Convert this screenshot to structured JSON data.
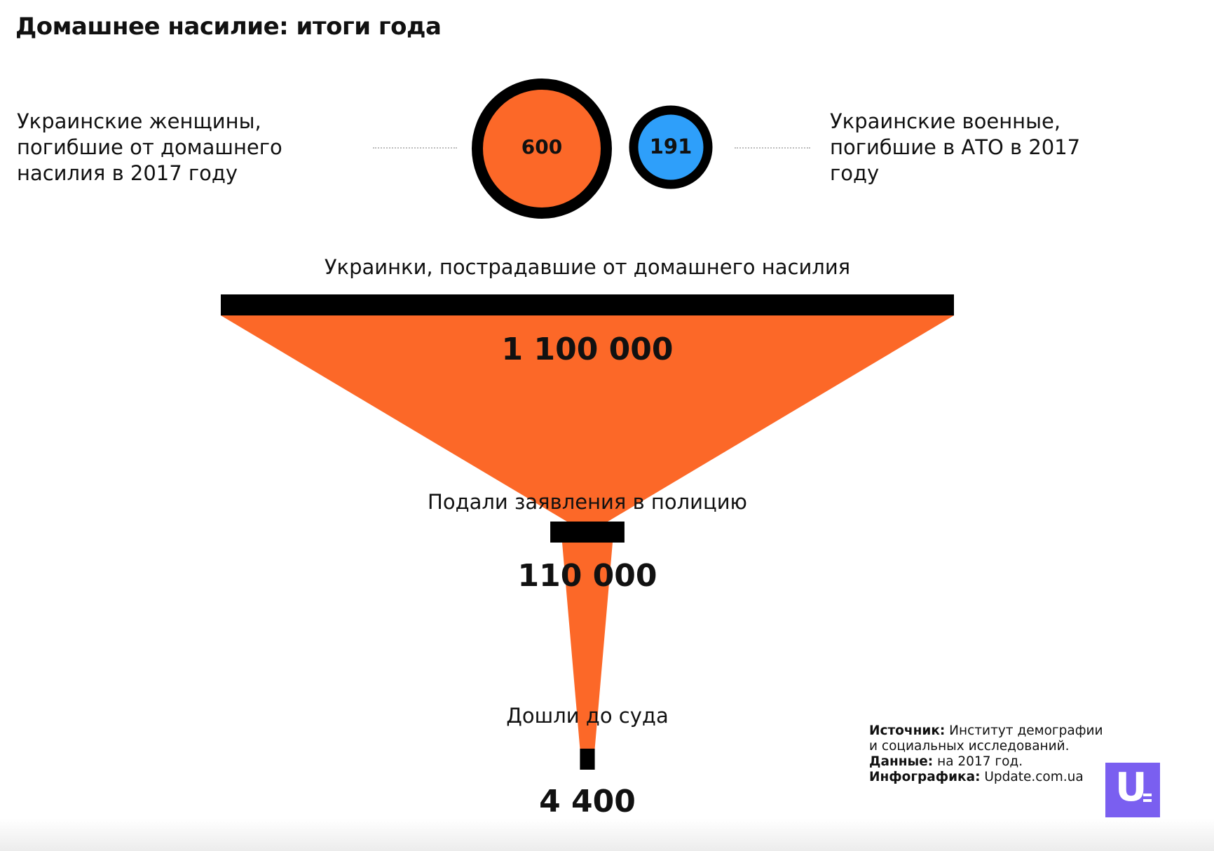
{
  "page": {
    "title": "Домашнее насилие: итоги года"
  },
  "comparison": {
    "left_label": "Украинские женщины, погибшие от домашнего насилия в 2017 году",
    "right_label": "Украинские военные, погибшие в АТО в 2017 году",
    "left_value": "600",
    "right_value": "191",
    "left_color": "#fc6828",
    "right_color": "#2e9ffa",
    "ring_color": "#000000"
  },
  "chart_data": {
    "type": "funnel",
    "stages": [
      {
        "label": "Украинки, пострадавшие от домашнего насилия",
        "value": 1100000,
        "display": "1 100 000"
      },
      {
        "label": "Подали заявления в полицию",
        "value": 110000,
        "display": "110 000"
      },
      {
        "label": "Дошли до суда",
        "value": 4400,
        "display": "4 400"
      }
    ],
    "fill_color": "#fc6828",
    "bar_color": "#000000"
  },
  "footer": {
    "source_key": "Источник:",
    "source_value": "Институт демографии и социальных исследований.",
    "data_key": "Данные:",
    "data_value": "на 2017 год.",
    "infographic_key": "Инфографика:",
    "infographic_value": "Update.com.ua"
  },
  "logo": {
    "letter": "U",
    "color": "#7a5ff0",
    "icon": "update-logo-icon"
  }
}
